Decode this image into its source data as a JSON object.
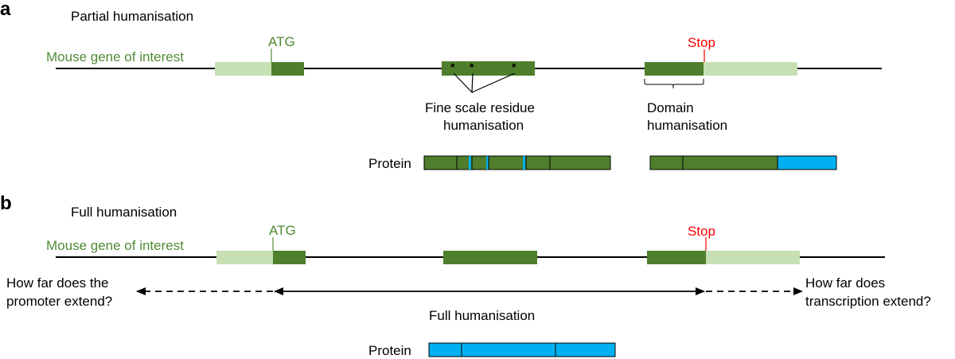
{
  "colors": {
    "exon_dark": "#4f7f2c",
    "utr_light": "#c6e0b4",
    "label_green": "#4f8a35",
    "human_blue": "#00b0f0",
    "stop_red": "#ff0000",
    "line": "#000000"
  },
  "panel_a": {
    "letter": "a",
    "title": "Partial humanisation",
    "gene_label": "Mouse gene of interest",
    "atg_label": "ATG",
    "stop_label": "Stop",
    "asterisk": "*",
    "fine_label_line1": "Fine scale residue",
    "fine_label_line2": "humanisation",
    "domain_label_line1": "Domain",
    "domain_label_line2": "humanisation",
    "protein_label": "Protein"
  },
  "panel_b": {
    "letter": "b",
    "title": "Full humanisation",
    "gene_label": "Mouse gene of interest",
    "atg_label": "ATG",
    "stop_label": "Stop",
    "promoter_question_line1": "How far does the",
    "promoter_question_line2": "promoter extend?",
    "transcription_question_line1": "How far does",
    "transcription_question_line2": "transcription extend?",
    "full_label": "Full humanisation",
    "protein_label": "Protein"
  }
}
